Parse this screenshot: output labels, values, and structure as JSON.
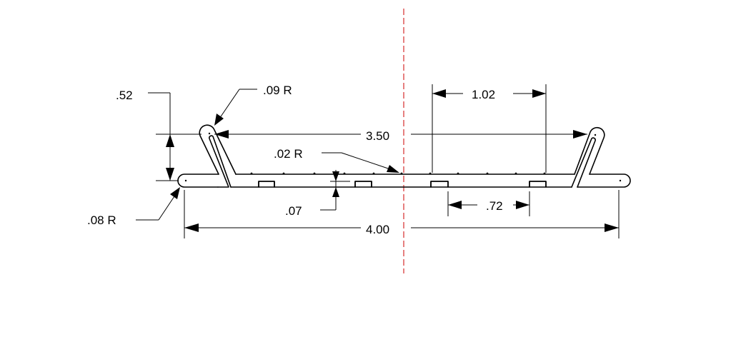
{
  "colors": {
    "outline": "#000000",
    "dimension": "#000000",
    "centerline": "#d62b2b",
    "background": "#ffffff"
  },
  "dimensions": {
    "height": ".52",
    "top_radius": ".09 R",
    "inner_span": "3.50",
    "surface_radius": ".02 R",
    "slot_spacing": "1.02",
    "slot_depth": ".07",
    "slot_width": ".72",
    "end_radius": ".08 R",
    "overall_width": "4.00"
  }
}
